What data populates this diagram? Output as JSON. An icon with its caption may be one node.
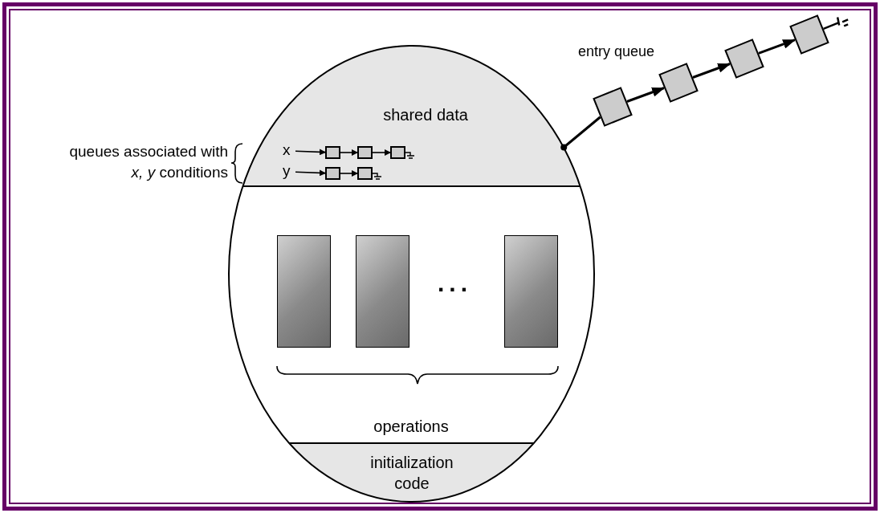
{
  "diagram": {
    "nodes": [
      {
        "text": [],
        "shape": "ellipse"
      },
      {
        "text": [
          "shared data"
        ],
        "in": 0
      },
      {
        "text": [
          "x"
        ],
        "in": 1
      },
      {
        "text": [],
        "shape": "box",
        "in": 1
      },
      {
        "text": [],
        "shape": "box",
        "in": 1
      },
      {
        "text": [],
        "shape": "box",
        "in": 1
      },
      {
        "text": [
          "y"
        ],
        "in": 1
      },
      {
        "text": [],
        "shape": "box",
        "in": 1
      },
      {
        "text": [],
        "shape": "box",
        "in": 1
      },
      {
        "text": [
          "operations"
        ],
        "in": 0
      },
      {
        "text": [],
        "shape": "box",
        "in": 9
      },
      {
        "text": [],
        "shape": "box",
        "in": 9
      },
      {
        "text": [],
        "shape": "box",
        "in": 9
      },
      {
        "text": [
          "initialization code"
        ],
        "in": 0
      },
      {
        "text": [],
        "shape": "box"
      },
      {
        "text": [],
        "shape": "box"
      },
      {
        "text": [],
        "shape": "box"
      },
      {
        "text": [],
        "shape": "box"
      }
    ],
    "edges": [
      {
        "from": 2,
        "to": 3,
        "arrow": "to"
      },
      {
        "from": 3,
        "to": 4,
        "arrow": "to"
      },
      {
        "from": 4,
        "to": 5,
        "arrow": "to"
      },
      {
        "from": 6,
        "to": 7,
        "arrow": "to"
      },
      {
        "from": 7,
        "to": 8,
        "arrow": "to"
      },
      {
        "from": 0,
        "to": 14,
        "arrow": "other"
      },
      {
        "from": 14,
        "to": 15,
        "arrow": "to"
      },
      {
        "from": 15,
        "to": 16,
        "arrow": "to"
      },
      {
        "from": 16,
        "to": 17,
        "arrow": "to"
      }
    ],
    "labels": [
      "entry queue",
      "queues associated with *x, y* conditions",
      "..."
    ]
  }
}
